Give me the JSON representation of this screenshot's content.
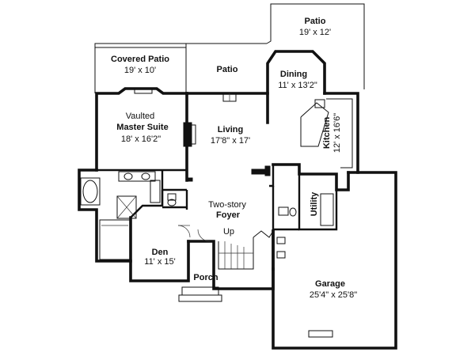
{
  "rooms": {
    "patio_top": {
      "name": "Patio",
      "size": "19' x 12'"
    },
    "covered_patio": {
      "name": "Covered Patio",
      "size": "19' x 10'"
    },
    "patio_mid": {
      "name": "Patio"
    },
    "dining": {
      "name": "Dining",
      "size": "11' x 13'2\""
    },
    "master": {
      "prefix": "Vaulted",
      "name": "Master Suite",
      "size": "18' x 16'2\""
    },
    "living": {
      "name": "Living",
      "size": "17'8\" x 17'"
    },
    "kitchen": {
      "name": "Kitchen",
      "size": "12' x 16'6\""
    },
    "foyer": {
      "prefix": "Two-story",
      "name": "Foyer"
    },
    "utility": {
      "name": "Utility"
    },
    "up": {
      "name": "Up"
    },
    "den": {
      "name": "Den",
      "size": "11' x 15'"
    },
    "porch": {
      "name": "Porch"
    },
    "garage": {
      "name": "Garage",
      "size": "25'4\" x 25'8\""
    }
  }
}
